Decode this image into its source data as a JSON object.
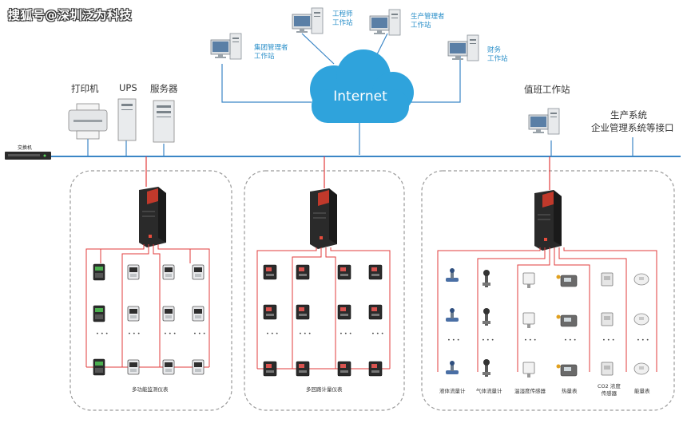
{
  "watermark": "搜狐号@深圳泛为科技",
  "network": {
    "cloud_label": "Internet",
    "switch_label": "交换机",
    "workstations": [
      {
        "line1": "集团管理者",
        "line2": "工作站",
        "icon": "desktop-computer-icon"
      },
      {
        "line1": "工程师",
        "line2": "工作站",
        "icon": "desktop-computer-icon"
      },
      {
        "line1": "生产管理者",
        "line2": "工作站",
        "icon": "desktop-computer-icon"
      },
      {
        "line1": "财务",
        "line2": "工作站",
        "icon": "desktop-computer-icon"
      }
    ],
    "lan_devices": {
      "printer": "打印机",
      "ups": "UPS",
      "server": "服务器",
      "duty_station": "值班工作站",
      "interface_line1": "生产系统",
      "interface_line2": "企业管理系统等接口"
    }
  },
  "groups": [
    {
      "caption": "多功能监测仪表",
      "icon": "multifunction-meter-icon"
    },
    {
      "caption": "多回路计量仪表",
      "icon": "multi-circuit-meter-icon"
    },
    {
      "sensors": [
        {
          "caption": "液体流量计",
          "icon": "liquid-flowmeter-icon"
        },
        {
          "caption": "气体流量计",
          "icon": "gas-flowmeter-icon"
        },
        {
          "caption": "温湿度传感器",
          "icon": "humidity-sensor-icon"
        },
        {
          "caption": "热量表",
          "icon": "heat-meter-icon"
        },
        {
          "caption_line1": "CO2 浓度",
          "caption_line2": "传感器",
          "icon": "co2-sensor-icon"
        },
        {
          "caption": "能量表",
          "icon": "energy-meter-icon"
        }
      ]
    }
  ],
  "ellipsis": "• • •",
  "colors": {
    "link_blue": "#3b86c6",
    "cloud": "#2fa3dc",
    "bus_red": "#e23b3b",
    "label_blue": "#2a8fc9",
    "group_border": "#9a9a9a",
    "gateway_body": "#262626",
    "gateway_accent": "#c0392b"
  }
}
